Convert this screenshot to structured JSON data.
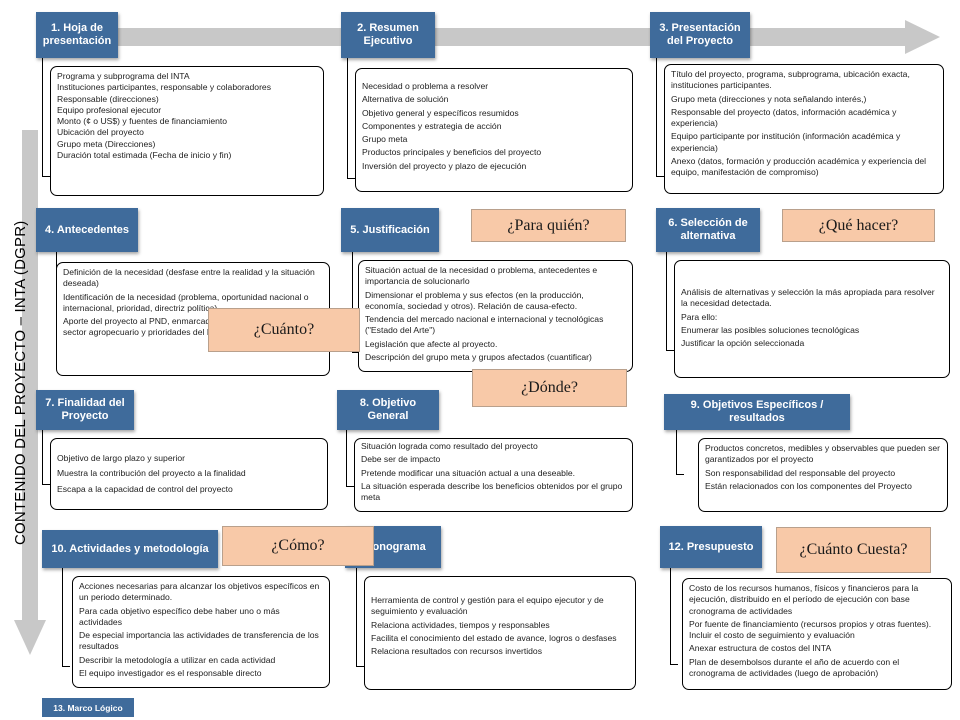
{
  "vertical_title": "CONTENIDO DEL PROYECTO – INTA (DGPR)",
  "colors": {
    "header_bg": "#3F6B9B",
    "question_bg": "#F8C9A8",
    "arrow": "#C8C8C8"
  },
  "sections": [
    {
      "title": "1. Hoja de presentación",
      "items": [
        "Programa y subprograma del INTA",
        "Instituciones participantes, responsable y colaboradores",
        "Responsable (direcciones)",
        "Equipo profesional ejecutor",
        "Monto (¢ o US$) y fuentes de financiamiento",
        "Ubicación del proyecto",
        "Grupo meta (Direcciones)",
        "Duración total estimada (Fecha de inicio y fin)"
      ]
    },
    {
      "title": "2. Resumen Ejecutivo",
      "items": [
        "Necesidad o problema a resolver",
        "Alternativa de solución",
        "Objetivo general y específicos resumidos",
        "Componentes y estrategia de acción",
        "Grupo meta",
        "Productos principales y beneficios del proyecto",
        "Inversión del proyecto y plazo de ejecución"
      ]
    },
    {
      "title": "3. Presentación del Proyecto",
      "items": [
        "Título del proyecto, programa, subprograma, ubicación exacta, instituciones participantes.",
        "Grupo meta (direcciones y nota señalando interés,)",
        "Responsable del proyecto (datos, información académica y experiencia)",
        "Equipo participante por institución (información académica y experiencia)",
        "Anexo (datos, formación y producción académica y experiencia del equipo, manifestación de compromiso)"
      ]
    },
    {
      "title": "4. Antecedentes",
      "items": [
        "Definición de la necesidad (desfase entre la realidad y la situación deseada)",
        "Identificación de la necesidad (problema, oportunidad nacional o internacional, prioridad, directriz política)",
        "Aporte del proyecto al PND, enmarcado en las estrategias del sector agropecuario y prioridades del INTA."
      ]
    },
    {
      "title": "5. Justificación",
      "items": [
        "Situación actual de la necesidad o problema, antecedentes e importancia de solucionarlo",
        "Dimensionar el problema y sus efectos (en la producción, economía, sociedad y otros). Relación de causa-efecto.",
        "Tendencia del mercado nacional e internacional y tecnológicas (\"Estado del Arte\")",
        "Legislación que afecte al proyecto.",
        "Descripción del grupo meta y grupos afectados (cuantificar)"
      ]
    },
    {
      "title": "6. Selección de alternativa",
      "items": [
        "Análisis de alternativas y selección la más apropiada para resolver la necesidad detectada.",
        "Para ello:",
        "Enumerar las posibles soluciones tecnológicas",
        "Justificar la opción seleccionada"
      ]
    },
    {
      "title": "7. Finalidad del Proyecto",
      "items": [
        "Objetivo de largo plazo y superior",
        "Muestra la contribución del proyecto a la finalidad",
        "Escapa a la capacidad de control del proyecto"
      ]
    },
    {
      "title": "8. Objetivo General",
      "items": [
        "Situación lograda como resultado del proyecto",
        "Debe ser de impacto",
        "Pretende modificar una situación actual a una deseable.",
        "La situación esperada describe los beneficios obtenidos por el grupo meta"
      ]
    },
    {
      "title": "9. Objetivos Específicos / resultados",
      "items": [
        "Productos concretos, medibles y observables que pueden ser garantizados por el proyecto",
        "Son responsabilidad del responsable del proyecto",
        "Están relacionados con los componentes del Proyecto"
      ]
    },
    {
      "title": "10. Actividades y metodología",
      "items": [
        "Acciones necesarias para alcanzar los objetivos específicos en un periodo determinado.",
        "Para cada objetivo específico debe haber uno o más actividades",
        "De especial importancia las actividades de transferencia de los resultados",
        "Describir la metodología a utilizar en cada actividad",
        "El equipo investigador es el responsable directo"
      ]
    },
    {
      "title": "Cronograma",
      "items": [
        "Herramienta de control y gestión para el equipo ejecutor y de seguimiento y evaluación",
        "Relaciona actividades, tiempos y responsables",
        "Facilita el conocimiento del estado de avance, logros o desfases",
        "Relaciona resultados con recursos invertidos"
      ]
    },
    {
      "title": "12. Presupuesto",
      "items": [
        "Costo de los recursos humanos, físicos y financieros para la ejecución, distribuido en el período de ejecución con base cronograma de actividades",
        "Por fuente de financiamiento (recursos propios y otras fuentes). Incluir el costo de seguimiento y evaluación",
        "Anexar estructura de costos del INTA",
        "Plan de desembolsos durante el año de acuerdo con el cronograma de actividades (luego de aprobación)"
      ]
    }
  ],
  "questions": [
    "¿Para quién?",
    "¿Qué hacer?",
    "¿Cuánto?",
    "¿Dónde?",
    "¿Cómo?",
    "¿Cuánto Cuesta?"
  ],
  "footer": "13. Marco Lógico"
}
